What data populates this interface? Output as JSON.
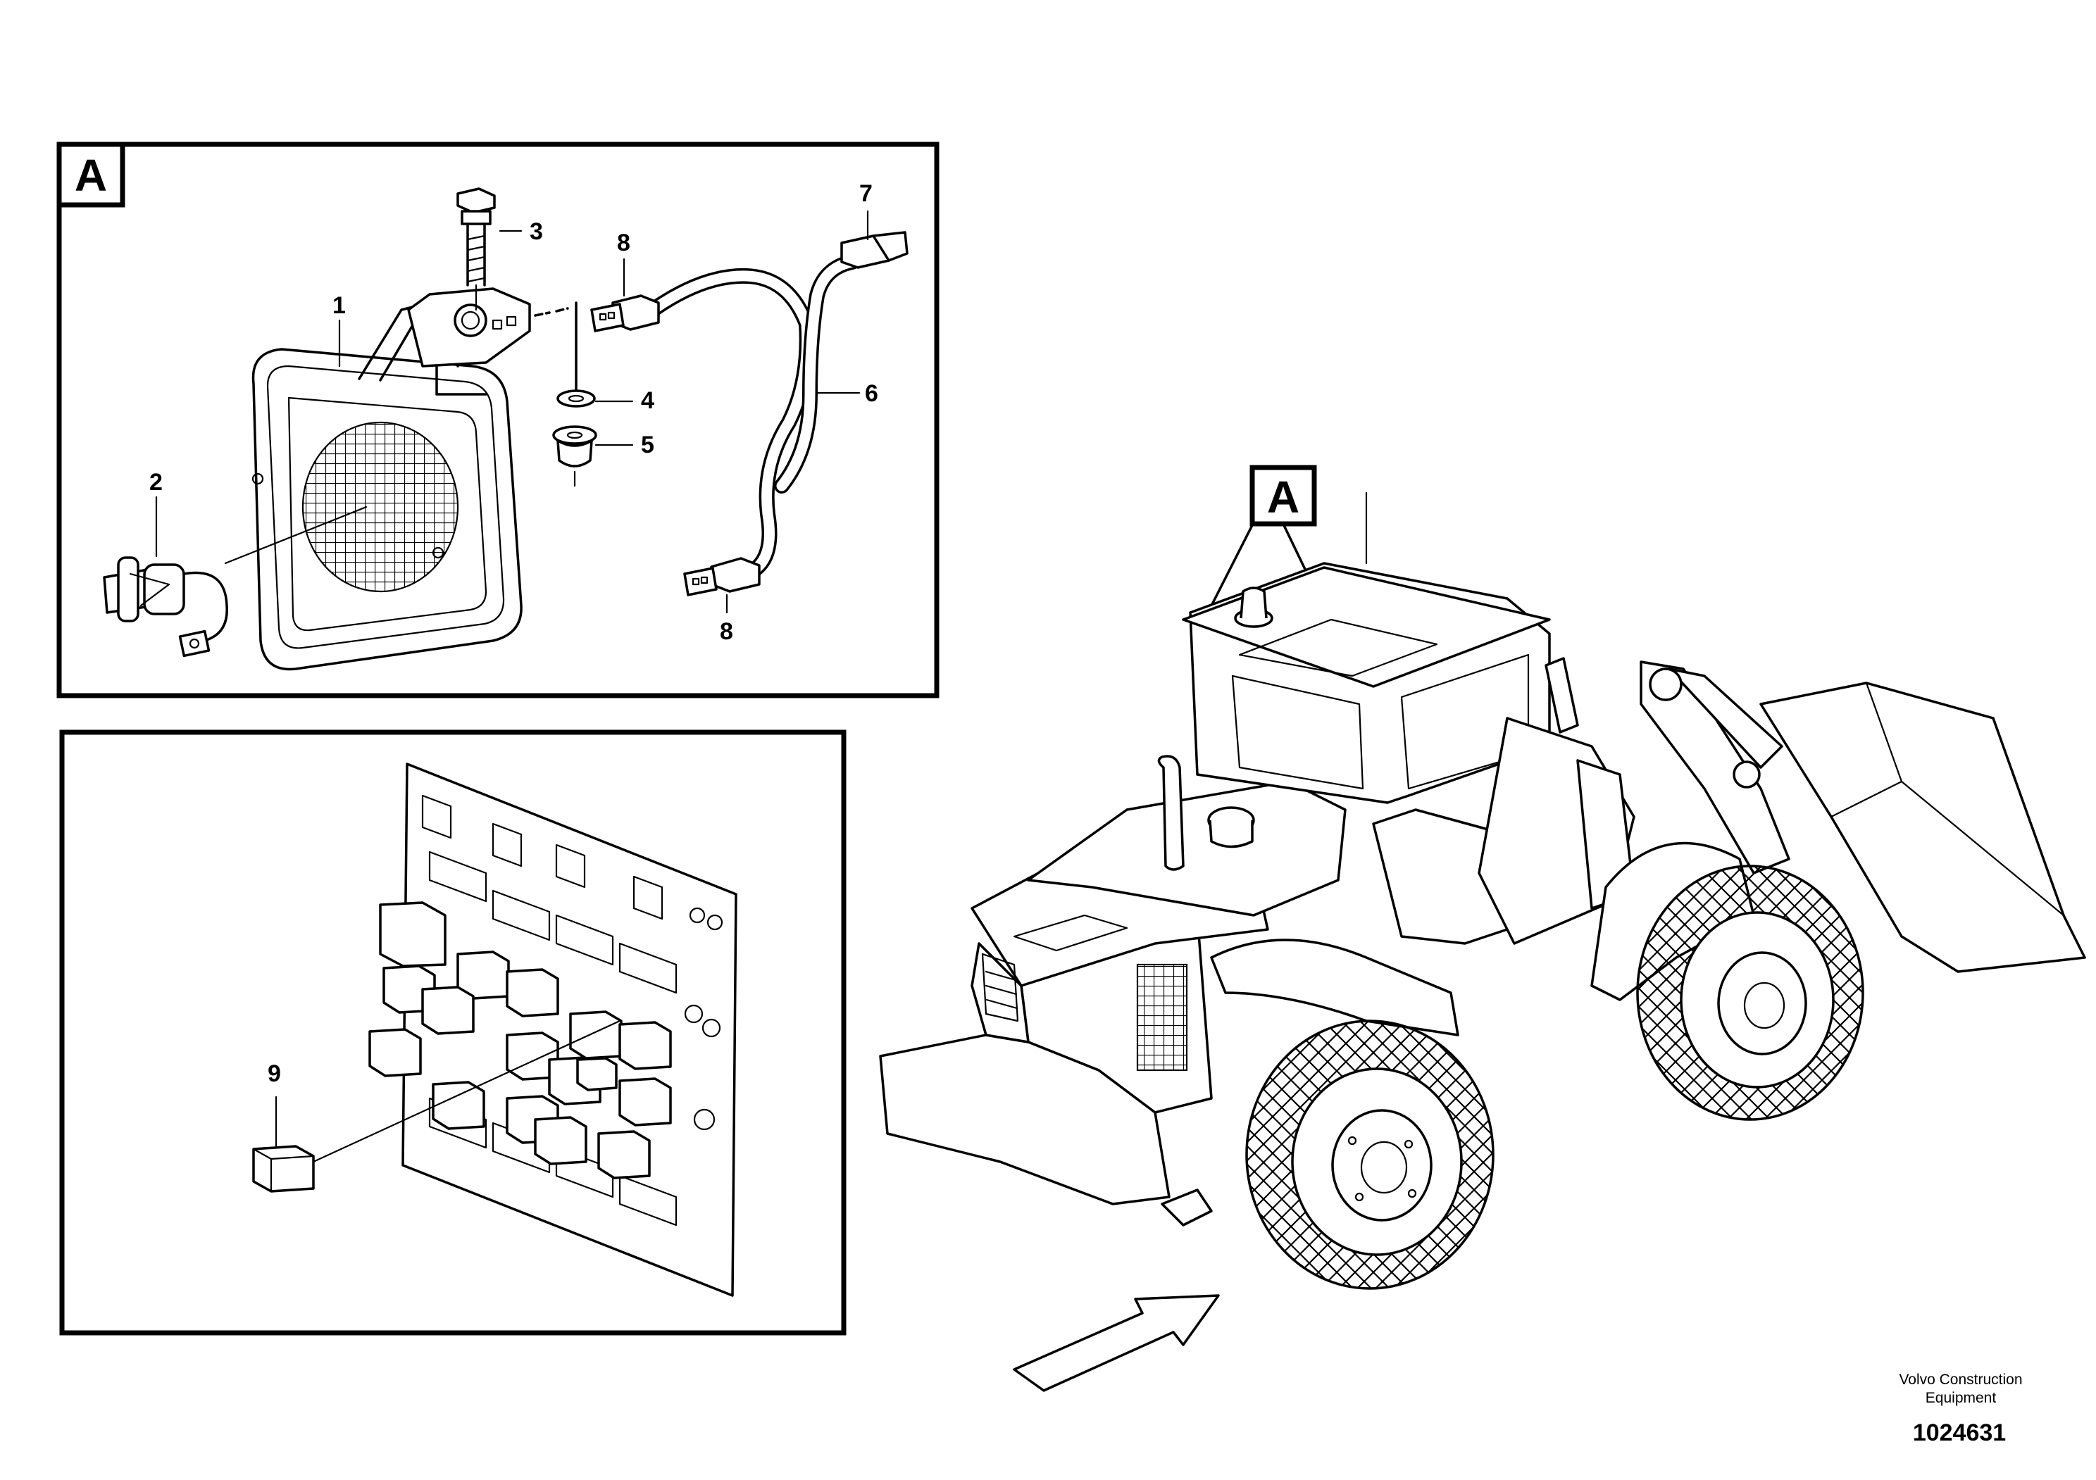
{
  "detail_a": {
    "label": "A",
    "callouts": [
      "1",
      "2",
      "3",
      "4",
      "5",
      "6",
      "7",
      "8",
      "8"
    ]
  },
  "relay_panel": {
    "callouts": [
      "9"
    ]
  },
  "machine": {
    "detail_pointer_label": "A"
  },
  "footer": {
    "credit_line1": "Volvo Construction",
    "credit_line2": "Equipment",
    "document_number": "1024631"
  }
}
